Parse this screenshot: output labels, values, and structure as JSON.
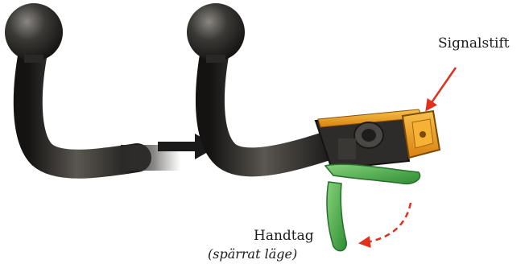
{
  "labels": {
    "signal_pin": "Signalstift",
    "handle": "Handtag",
    "handle_state": "(spärrat läge)"
  },
  "colors": {
    "hook_dark": "#1e1c1a",
    "hook_highlight": "#6a6660",
    "housing_orange": "#f0a020",
    "handle_green": "#4fb048",
    "callout_red": "#e0301e",
    "motion_arrow": "#1a1a1a"
  }
}
